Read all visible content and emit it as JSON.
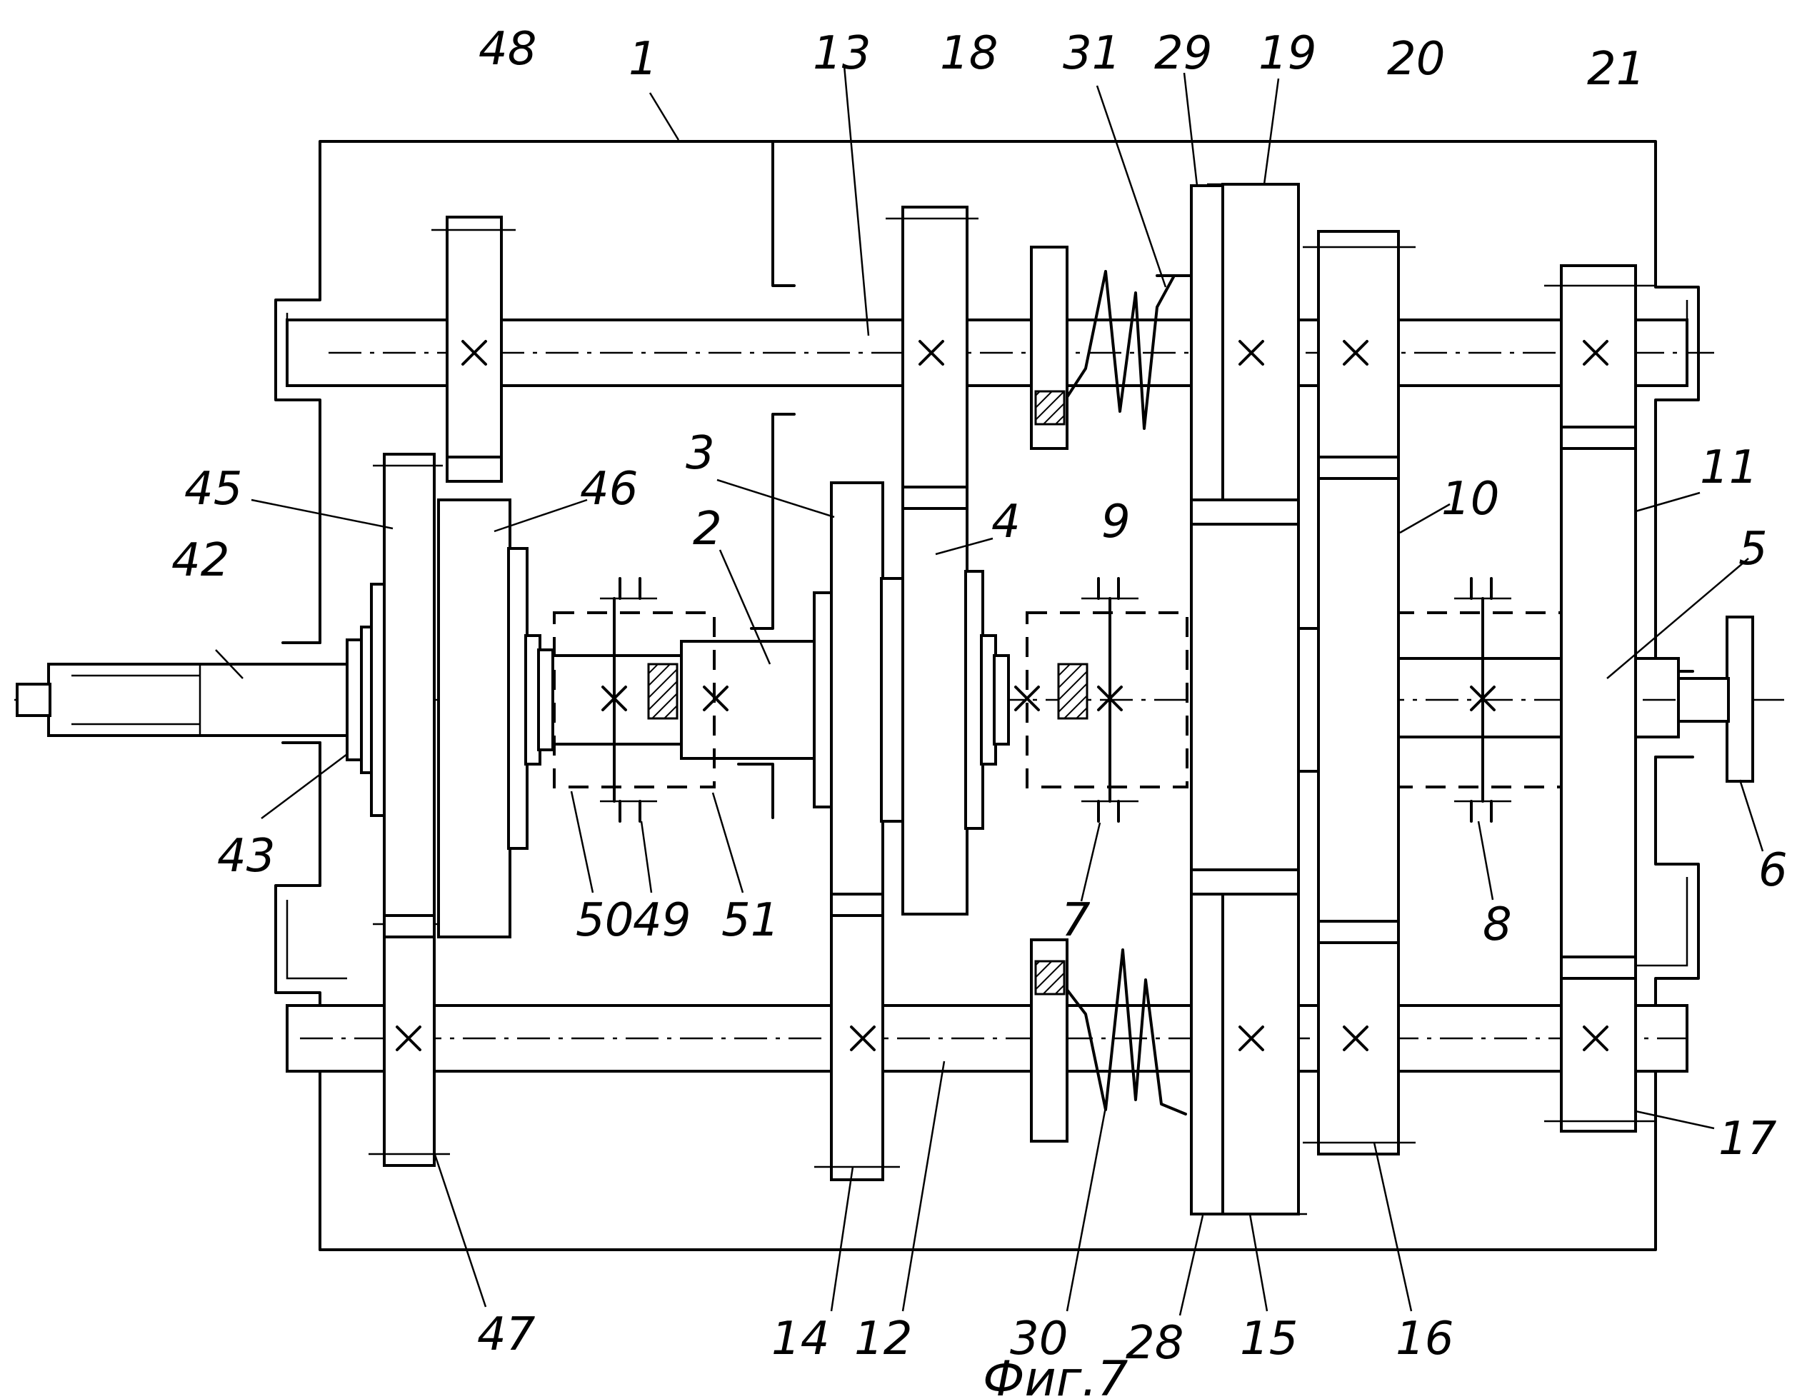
{
  "figure": {
    "caption": "Фиг.7"
  },
  "labels": {
    "l1": "1",
    "l2": "2",
    "l3": "3",
    "l4": "4",
    "l5": "5",
    "l6": "6",
    "l7": "7",
    "l8": "8",
    "l9": "9",
    "l10": "10",
    "l11": "11",
    "l12": "12",
    "l13": "13",
    "l14": "14",
    "l15": "15",
    "l16": "16",
    "l17": "17",
    "l18": "18",
    "l19": "19",
    "l20": "20",
    "l21": "21",
    "l28": "28",
    "l29": "29",
    "l30": "30",
    "l31": "31",
    "l42": "42",
    "l43": "43",
    "l45": "45",
    "l46": "46",
    "l47": "47",
    "l48": "48",
    "l49": "49",
    "l50": "50",
    "l51": "51"
  }
}
